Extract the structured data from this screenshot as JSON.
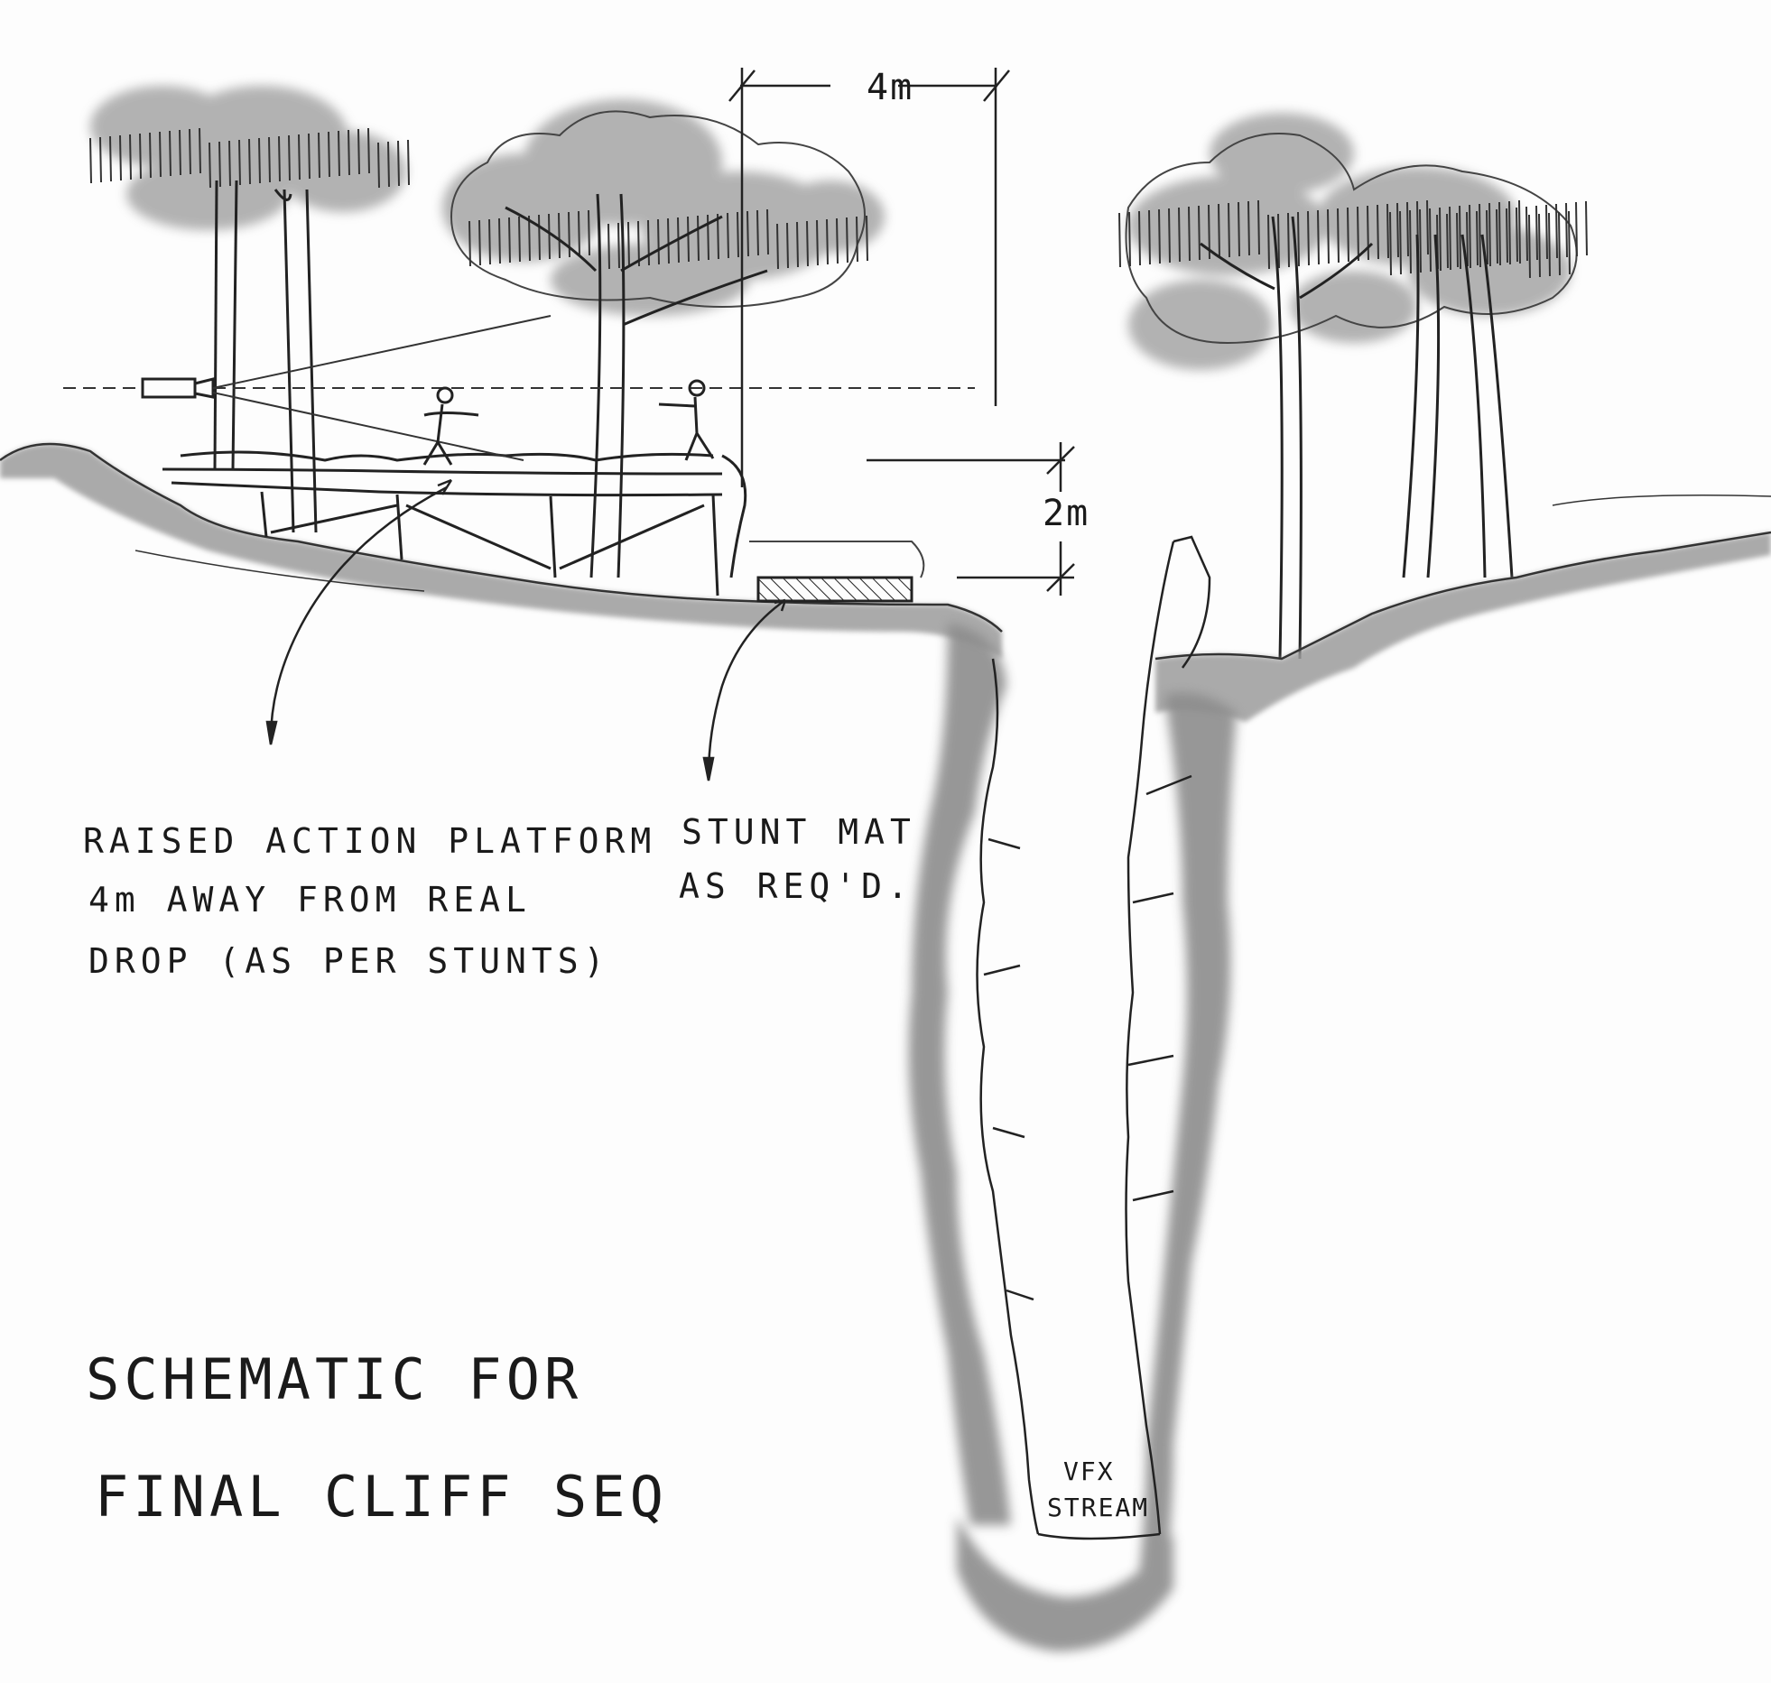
{
  "dimensions": {
    "platform_offset": "4m",
    "mat_drop": "2m"
  },
  "annotations": {
    "platform_note": [
      "RAISED ACTION PLATFORM",
      "4m AWAY FROM REAL",
      "DROP (AS PER STUNTS)"
    ],
    "mat_note": [
      "STUNT MAT",
      "AS REQ'D."
    ],
    "stream_label": [
      "VFX",
      "STREAM"
    ]
  },
  "title": [
    "SCHEMATIC FOR",
    "FINAL CLIFF SEQ"
  ],
  "colors": {
    "ink": "#1a1a1a",
    "wash": "#8f8f8f",
    "paper": "#fdfdfd"
  }
}
